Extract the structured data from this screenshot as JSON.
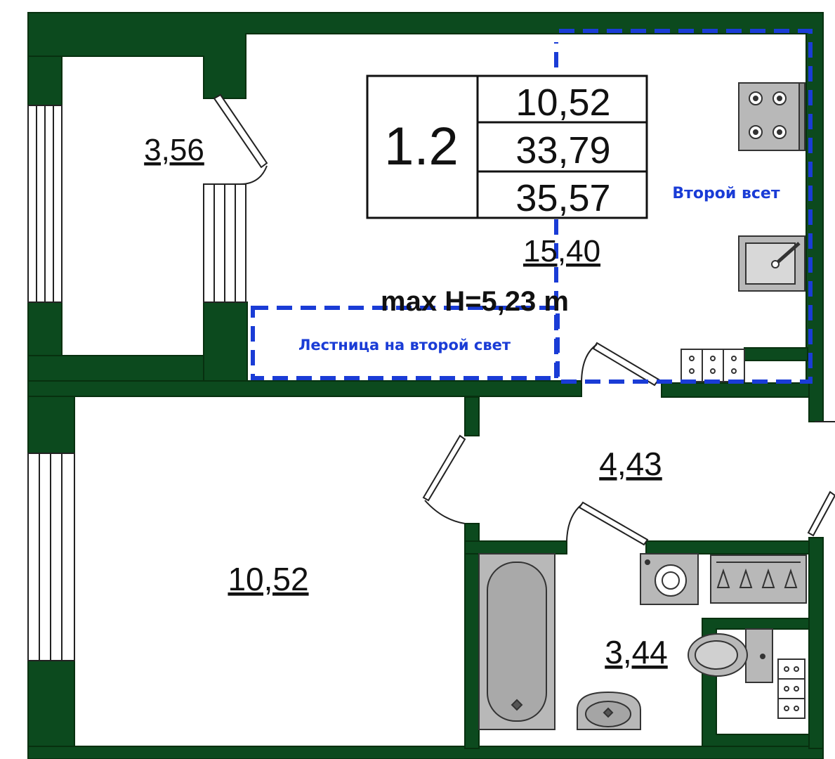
{
  "colors": {
    "wall": "#0c4a1e",
    "wall_stroke": "#07300f",
    "floor": "#ffffff",
    "fixture": "#b8b8b8",
    "fixture_stroke": "#333333",
    "dash": "#1a3cd6",
    "text": "#111111"
  },
  "apartment": {
    "number": "1.2",
    "areas": [
      "10,52",
      "33,79",
      "35,57"
    ]
  },
  "rooms": {
    "balcony": "3,56",
    "kitchen_living": "15,40",
    "bedroom": "10,52",
    "hall": "4,43",
    "bathroom": "3,44"
  },
  "max_height": "max H=5,23 m",
  "zones": {
    "second_light": "Второй всет",
    "stair": "Лестница на второй свет"
  },
  "icons": [
    "stove-icon",
    "sink-icon",
    "bathtub-icon",
    "washing-machine-icon",
    "wardrobe-hangers-icon",
    "toilet-icon",
    "washbasin-icon",
    "radiator-icon"
  ]
}
